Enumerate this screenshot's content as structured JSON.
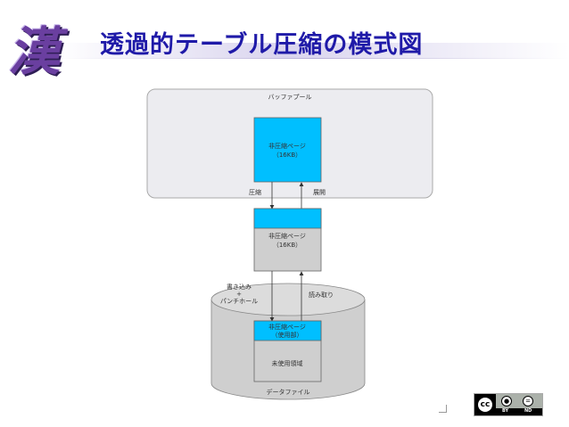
{
  "slide": {
    "title": "透過的テーブル圧縮の模式図",
    "logo_char": "漢"
  },
  "diagram": {
    "buffer_pool_label": "バッファプール",
    "buffer_page_line1": "非圧縮ページ",
    "buffer_page_line2": "（16KB）",
    "compress_label": "圧縮",
    "decompress_label": "展開",
    "mid_page_line1": "非圧縮ページ",
    "mid_page_line2": "（16KB）",
    "write_label_line1": "書き込み",
    "write_label_line2": "+",
    "write_label_line3": "パンチホール",
    "read_label": "読み取り",
    "file_page_line1": "非圧縮ページ",
    "file_page_line2": "（使用部）",
    "unused_area_label": "未使用領域",
    "data_file_label": "データファイル"
  },
  "license": {
    "cc_text": "cc",
    "by_label": "BY",
    "nd_label": "ND"
  },
  "colors": {
    "title": "#1f1aa8",
    "cyan": "#00bfff",
    "grey_box": "#cfcfcf",
    "pool_bg": "#ececf0"
  }
}
